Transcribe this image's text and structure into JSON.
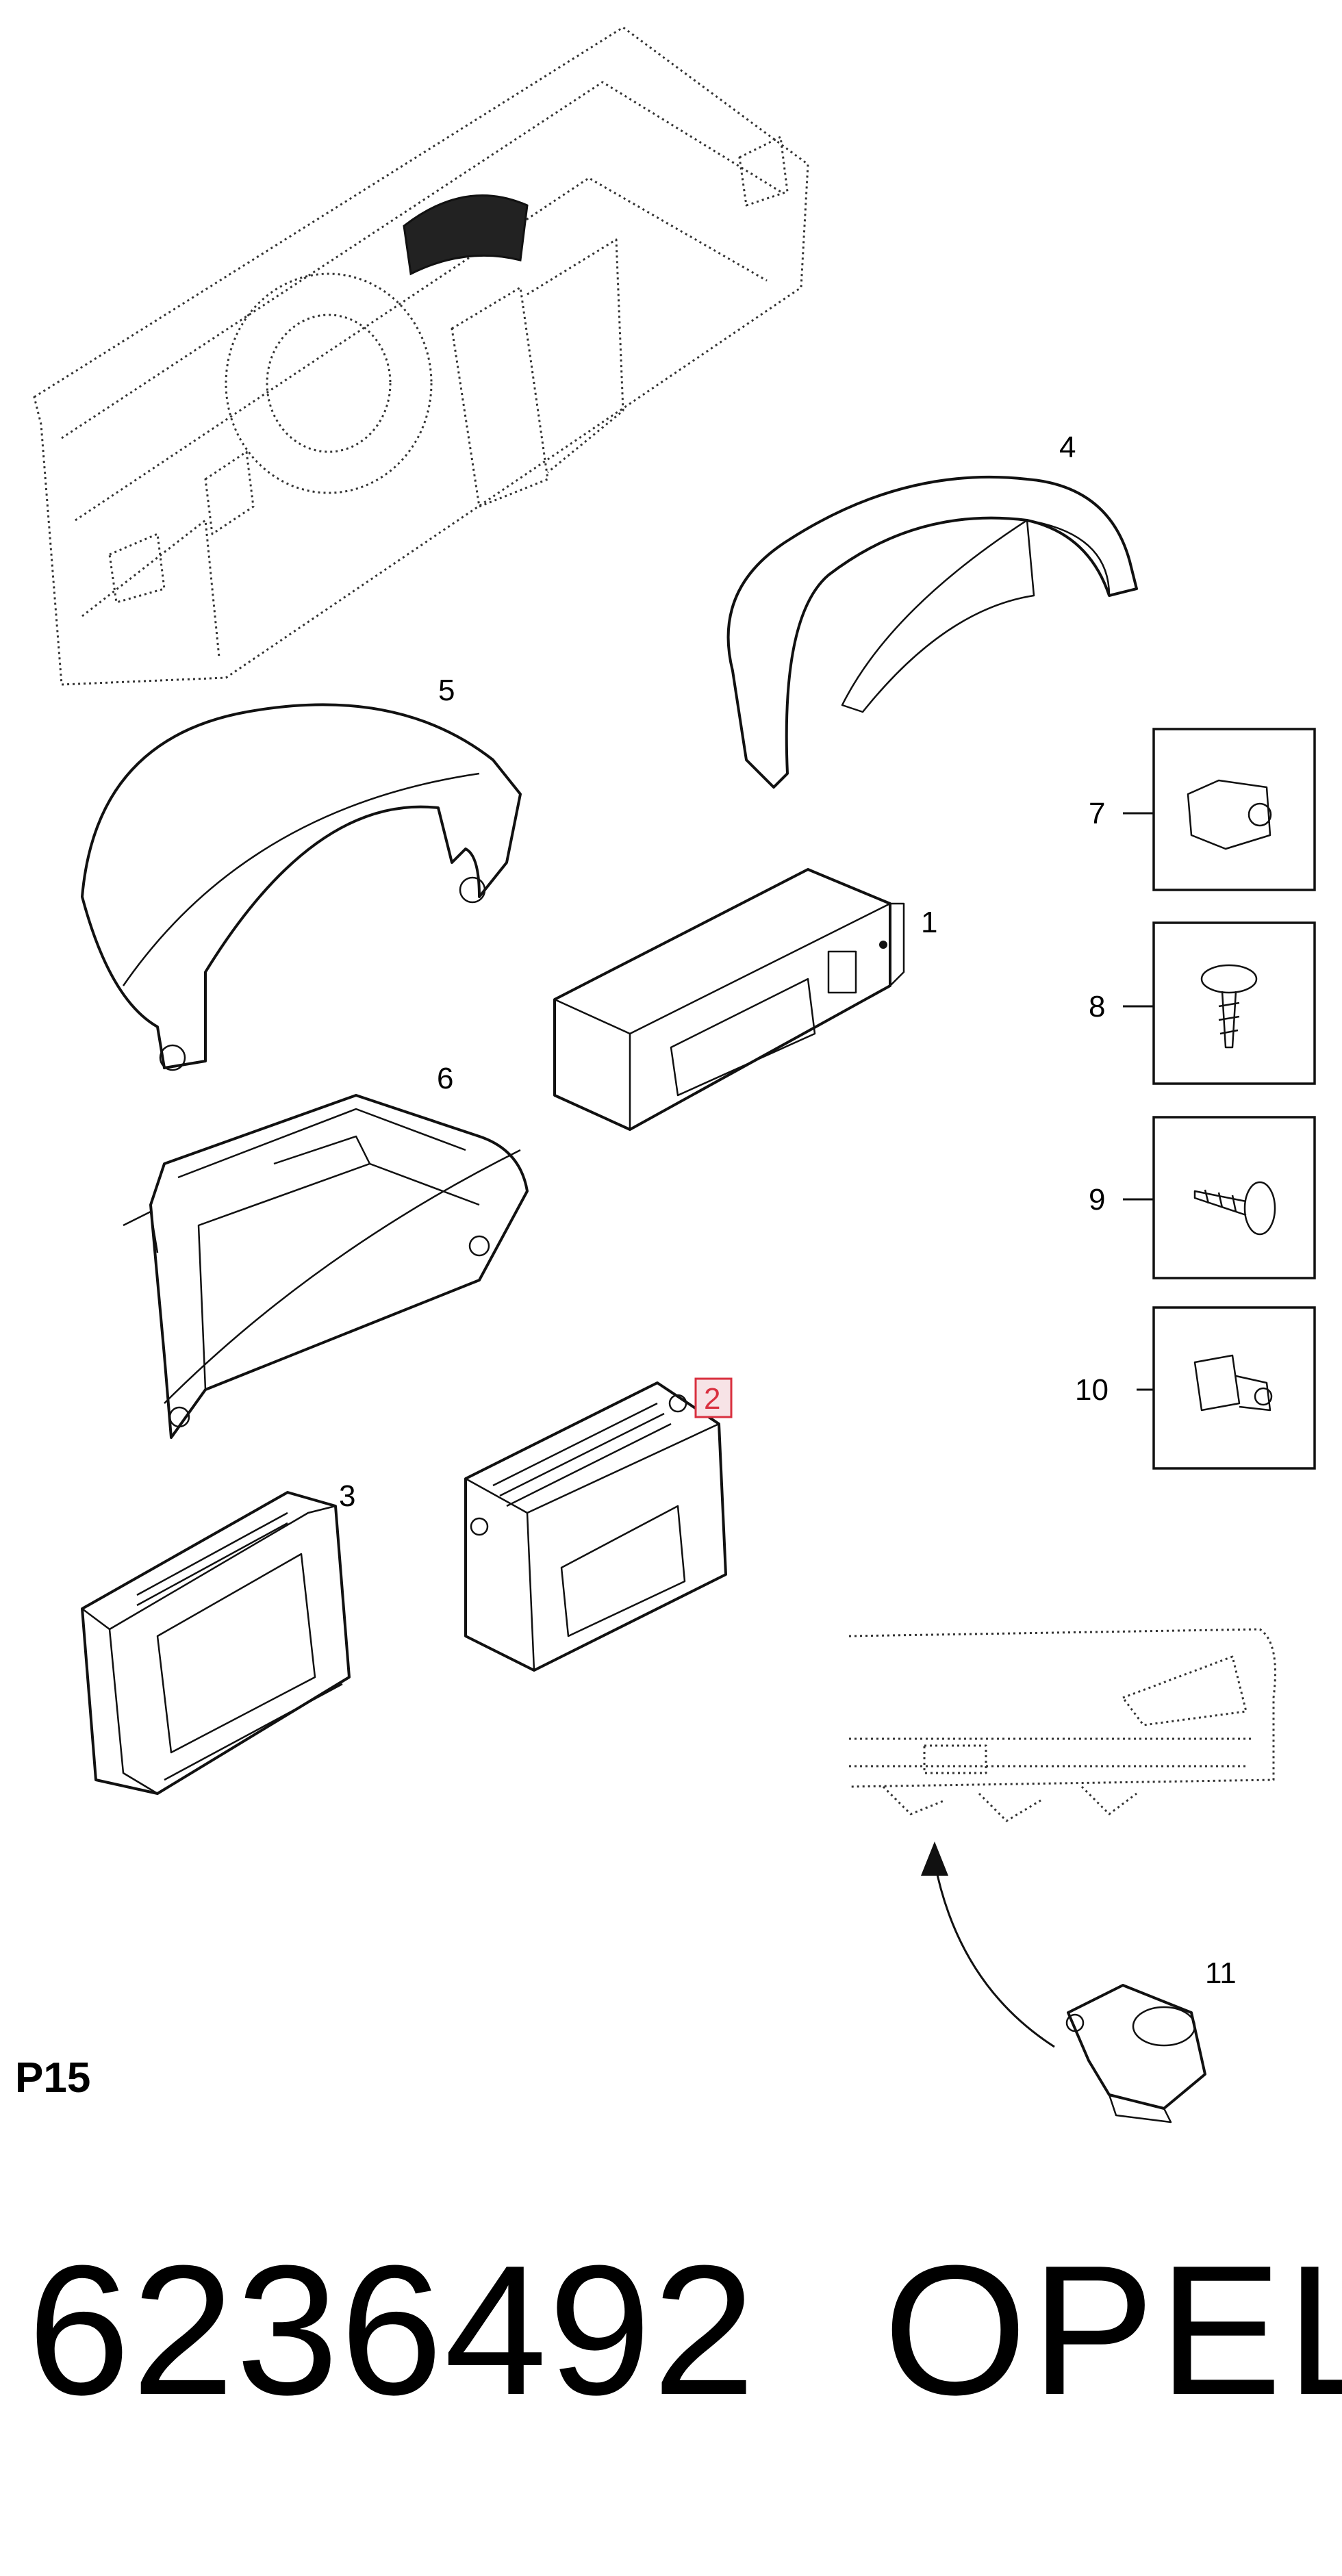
{
  "callouts": {
    "c1": "1",
    "c2": "2",
    "c3": "3",
    "c4": "4",
    "c5": "5",
    "c6": "6",
    "c7": "7",
    "c8": "8",
    "c9": "9",
    "c10": "10",
    "c11": "11"
  },
  "highlighted_part": "2",
  "colors": {
    "highlight_stroke": "#d9303f",
    "highlight_fill": "#f7e3e6",
    "ink": "#111111"
  },
  "footer": {
    "page_code": "P15",
    "part_number": "6236492",
    "brand": "OPEL"
  }
}
